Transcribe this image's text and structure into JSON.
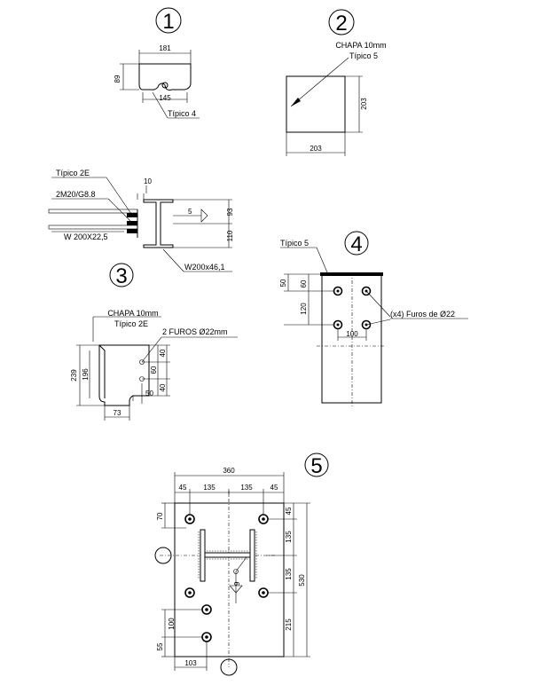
{
  "detail1": {
    "number": "1",
    "dim_top": "181",
    "dim_height": "89",
    "dim_bottom": "145",
    "label": "Típico 4"
  },
  "detail2": {
    "number": "2",
    "label_main": "CHAPA 10mm",
    "label_sub": "Típico 5",
    "dim_height": "203",
    "dim_width": "203"
  },
  "detail3": {
    "number": "3",
    "label_typ": "Típico 2E",
    "label_bolts": "2M20/G8.8",
    "label_beam": "W 200X22,5",
    "label_column": "W200x46,1",
    "dim_gap": "10",
    "weld": "5",
    "dim_upper": "93",
    "dim_lower": "110",
    "plate_label_main": "CHAPA 10mm",
    "plate_label_sub": "Típico 2E",
    "holes_label": "2 FUROS Ø22mm",
    "dim_outer": "239",
    "dim_inner": "196",
    "dim_40a": "40",
    "dim_60": "60",
    "dim_40b": "40",
    "dim_50": "50",
    "dim_bottom": "73"
  },
  "detail4": {
    "number": "4",
    "label_typ": "Típico 5",
    "dim_50": "50",
    "dim_60": "60",
    "dim_120": "120",
    "dim_100": "100",
    "holes_label": "(x4) Furos de Ø22"
  },
  "detail5": {
    "number": "5",
    "dim_total_w": "360",
    "dim_45a": "45",
    "dim_135a": "135",
    "dim_135b": "135",
    "dim_45b": "45",
    "dim_70": "70",
    "dim_45r": "45",
    "dim_135r1": "135",
    "dim_135r2": "135",
    "dim_215": "215",
    "dim_total_h": "530",
    "dim_100": "100",
    "dim_55": "55",
    "dim_103": "103",
    "weld": "9"
  }
}
